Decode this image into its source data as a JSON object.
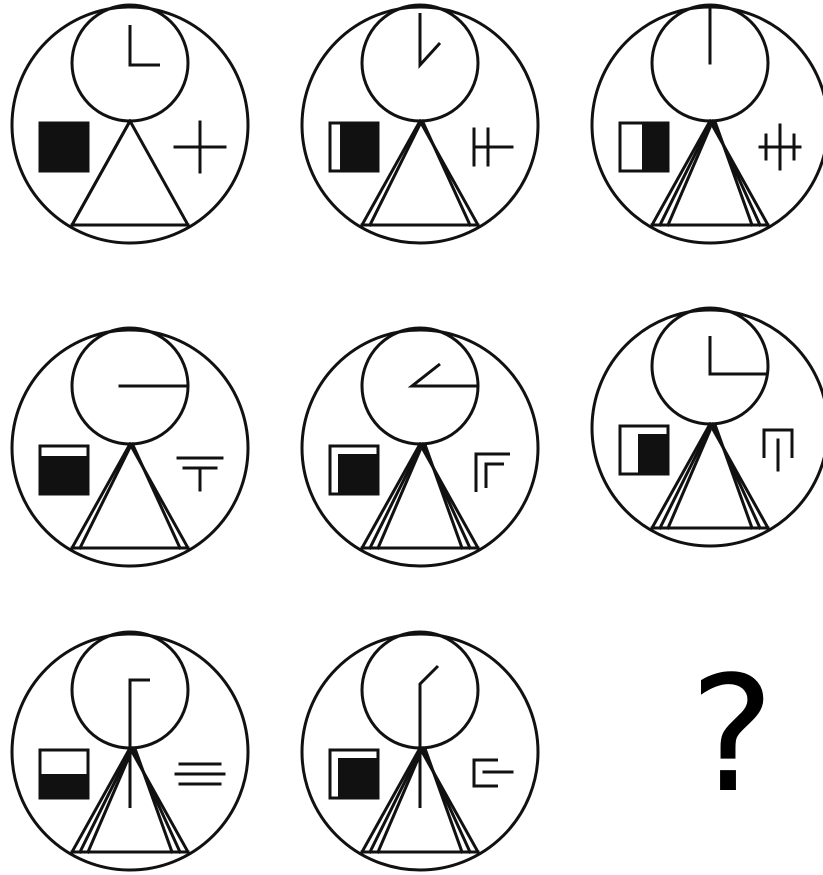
{
  "puzzle": {
    "missing_symbol": "?",
    "colors": {
      "ink": "#111111",
      "paper": "#ffffff"
    },
    "cells": [
      {
        "id": "r1c1",
        "hand": "right-then-corner",
        "square": "fully-filled",
        "triangle_lines": 1,
        "glyph": "plus"
      },
      {
        "id": "r1c2",
        "hand": "diagonal-up",
        "square": "filled-with-left-gap",
        "triangle_lines": 2,
        "glyph": "tick-cross"
      },
      {
        "id": "r1c3",
        "hand": "vertical-up",
        "square": "half-left-white",
        "triangle_lines": 3,
        "glyph": "triple-vertical"
      },
      {
        "id": "r2c1",
        "hand": "horizontal-right",
        "square": "filled-with-top-gap",
        "triangle_lines": 2,
        "glyph": "t-bar"
      },
      {
        "id": "r2c2",
        "hand": "angle-up-right",
        "square": "filled-top-left-gap",
        "triangle_lines": 3,
        "glyph": "double-corner"
      },
      {
        "id": "r2c3",
        "hand": "right-then-corner-down",
        "square": "half-left-white-top-gap",
        "triangle_lines": 3,
        "glyph": "gate"
      },
      {
        "id": "r3c1",
        "hand": "long-vertical-corner",
        "square": "bottom-half-filled",
        "triangle_lines": 3,
        "glyph": "triple-horizontal"
      },
      {
        "id": "r3c2",
        "hand": "long-vertical-diagonal",
        "square": "filled-top-left-gap",
        "triangle_lines": 3,
        "glyph": "bracket"
      },
      {
        "id": "r3c3",
        "hand": "missing",
        "square": "missing",
        "triangle_lines": 0,
        "glyph": "question-mark"
      }
    ]
  }
}
